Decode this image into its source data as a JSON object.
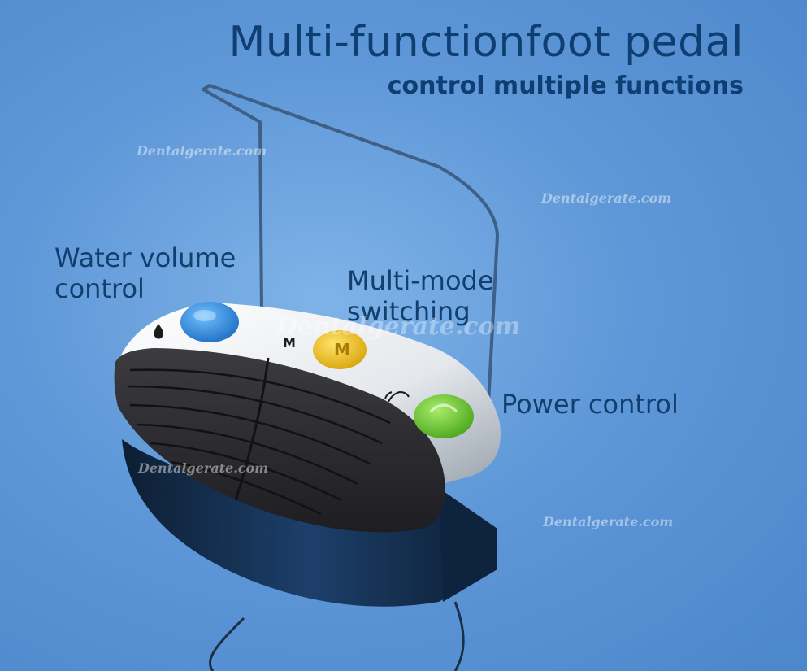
{
  "title": "Multi-functionfoot pedal",
  "subtitle": "control multiple functions",
  "labels": {
    "water": [
      "Water volume",
      "control"
    ],
    "mode": [
      "Multi-mode",
      "switching"
    ],
    "power": "Power control"
  },
  "button_marks": {
    "mode_key": "M"
  },
  "watermark": "Dentalgerate.com",
  "colors": {
    "background": "#5f98d8",
    "text": "#123f6e",
    "water_button": "#2f8fe0",
    "mode_button": "#f2c21c",
    "power_button": "#6cc832",
    "pedal_top": "#2f2f32",
    "pedal_rim": "#eef1f4"
  },
  "icons": [
    "water-drop-icon",
    "wave-icon"
  ]
}
